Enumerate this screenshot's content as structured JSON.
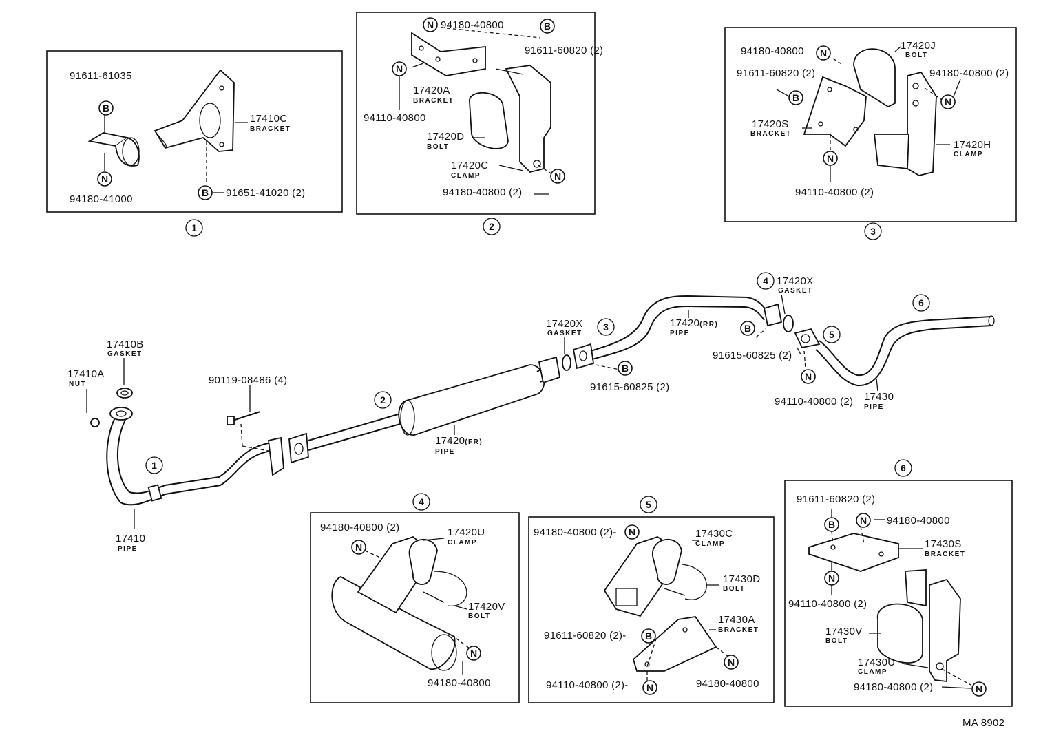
{
  "watermark": "MA 8902",
  "symbols": {
    "bolt": "B",
    "nut": "N"
  },
  "callouts": [
    "1",
    "2",
    "3",
    "4",
    "5",
    "6"
  ],
  "box1": {
    "bolt_top": "91611-61035",
    "bracket_no": "17410C",
    "bracket_name": "BRACKET",
    "nut_bottom": "94180-41000",
    "bolt_bottom": "91651-41020 (2)"
  },
  "box2": {
    "nut_top": "94180-40800",
    "bolt_top": "91611-60820 (2)",
    "bracket_no": "17420A",
    "bracket_name": "BRACKET",
    "nut_left": "94110-40800",
    "bolt_no": "17420D",
    "bolt_name": "BOLT",
    "clamp_no": "17420C",
    "clamp_name": "CLAMP",
    "nut_bottom": "94180-40800 (2)"
  },
  "box3": {
    "bolt_no": "17420J",
    "bolt_name": "BOLT",
    "nut_left": "94180-40800",
    "nut_right": "94180-40800 (2)",
    "bolt_left": "91611-60820 (2)",
    "bracket_no": "17420S",
    "bracket_name": "BRACKET",
    "clamp_no": "17420H",
    "clamp_name": "CLAMP",
    "nut_bottom": "94110-40800 (2)"
  },
  "main": {
    "nut_no": "17410A",
    "nut_name": "NUT",
    "gasket1_no": "17410B",
    "gasket1_name": "GASKET",
    "bolt_screw": "90119-08486 (4)",
    "pipe1_no": "17410",
    "pipe1_name": "PIPE",
    "pipe_fr_no": "17420",
    "pipe_fr_suffix": "(FR)",
    "pipe_fr_name": "PIPE",
    "gasket2_no": "17420X",
    "gasket2_name": "GASKET",
    "bolt_mid": "91615-60825 (2)",
    "pipe_rr_no": "17420",
    "pipe_rr_suffix": "(RR)",
    "pipe_rr_name": "PIPE",
    "gasket3_no": "17420X",
    "gasket3_name": "GASKET",
    "bolt_rr": "91615-60825 (2)",
    "nut_rr": "94110-40800 (2)",
    "tail_no": "17430",
    "tail_name": "PIPE"
  },
  "box4": {
    "nut_top": "94180-40800 (2)",
    "clamp_no": "17420U",
    "clamp_name": "CLAMP",
    "bolt_no": "17420V",
    "bolt_name": "BOLT",
    "nut_bottom": "94180-40800"
  },
  "box5": {
    "nut_top": "94180-40800 (2)-",
    "clamp_no": "17430C",
    "clamp_name": "CLAMP",
    "bolt_no": "17430D",
    "bolt_name": "BOLT",
    "bracket_no": "17430A",
    "bracket_name": "BRACKET",
    "bolt_left": "91611-60820 (2)-",
    "nut_bottom_left": "94110-40800 (2)-",
    "nut_bottom_right": "94180-40800"
  },
  "box6": {
    "bolt_top": "91611-60820 (2)",
    "nut_top": "94180-40800",
    "bracket_no": "17430S",
    "bracket_name": "BRACKET",
    "nut_mid": "94110-40800 (2)",
    "bolt_no": "17430V",
    "bolt_name": "BOLT",
    "clamp_no": "17430U",
    "clamp_name": "CLAMP",
    "nut_bottom": "94180-40800 (2)"
  }
}
